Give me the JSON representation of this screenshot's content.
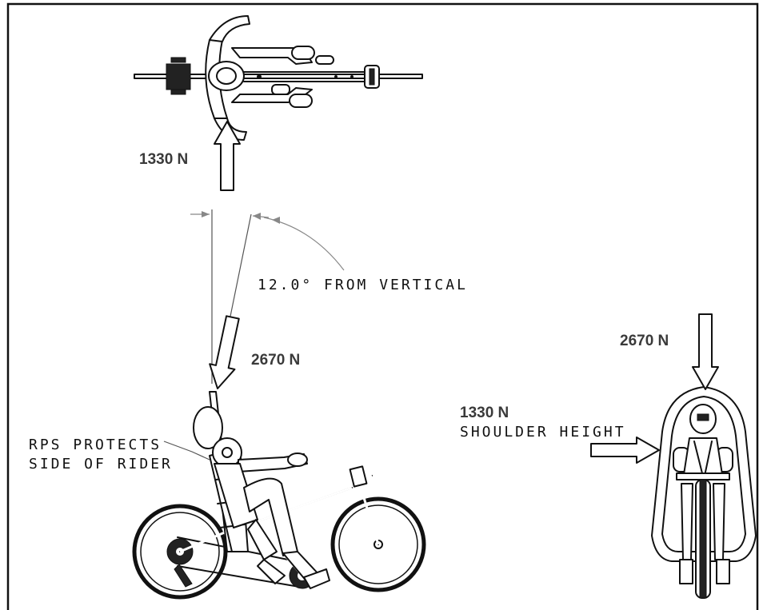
{
  "labels": {
    "top_force": "1330 N",
    "side_force": "2670 N",
    "front_top_force": "2670 N",
    "front_side_force": "1330 N",
    "front_side_location": "SHOULDER HEIGHT",
    "angle_note": "12.0° FROM VERTICAL",
    "rps_note_line1": "RPS PROTECTS",
    "rps_note_line2": "SIDE OF RIDER"
  }
}
